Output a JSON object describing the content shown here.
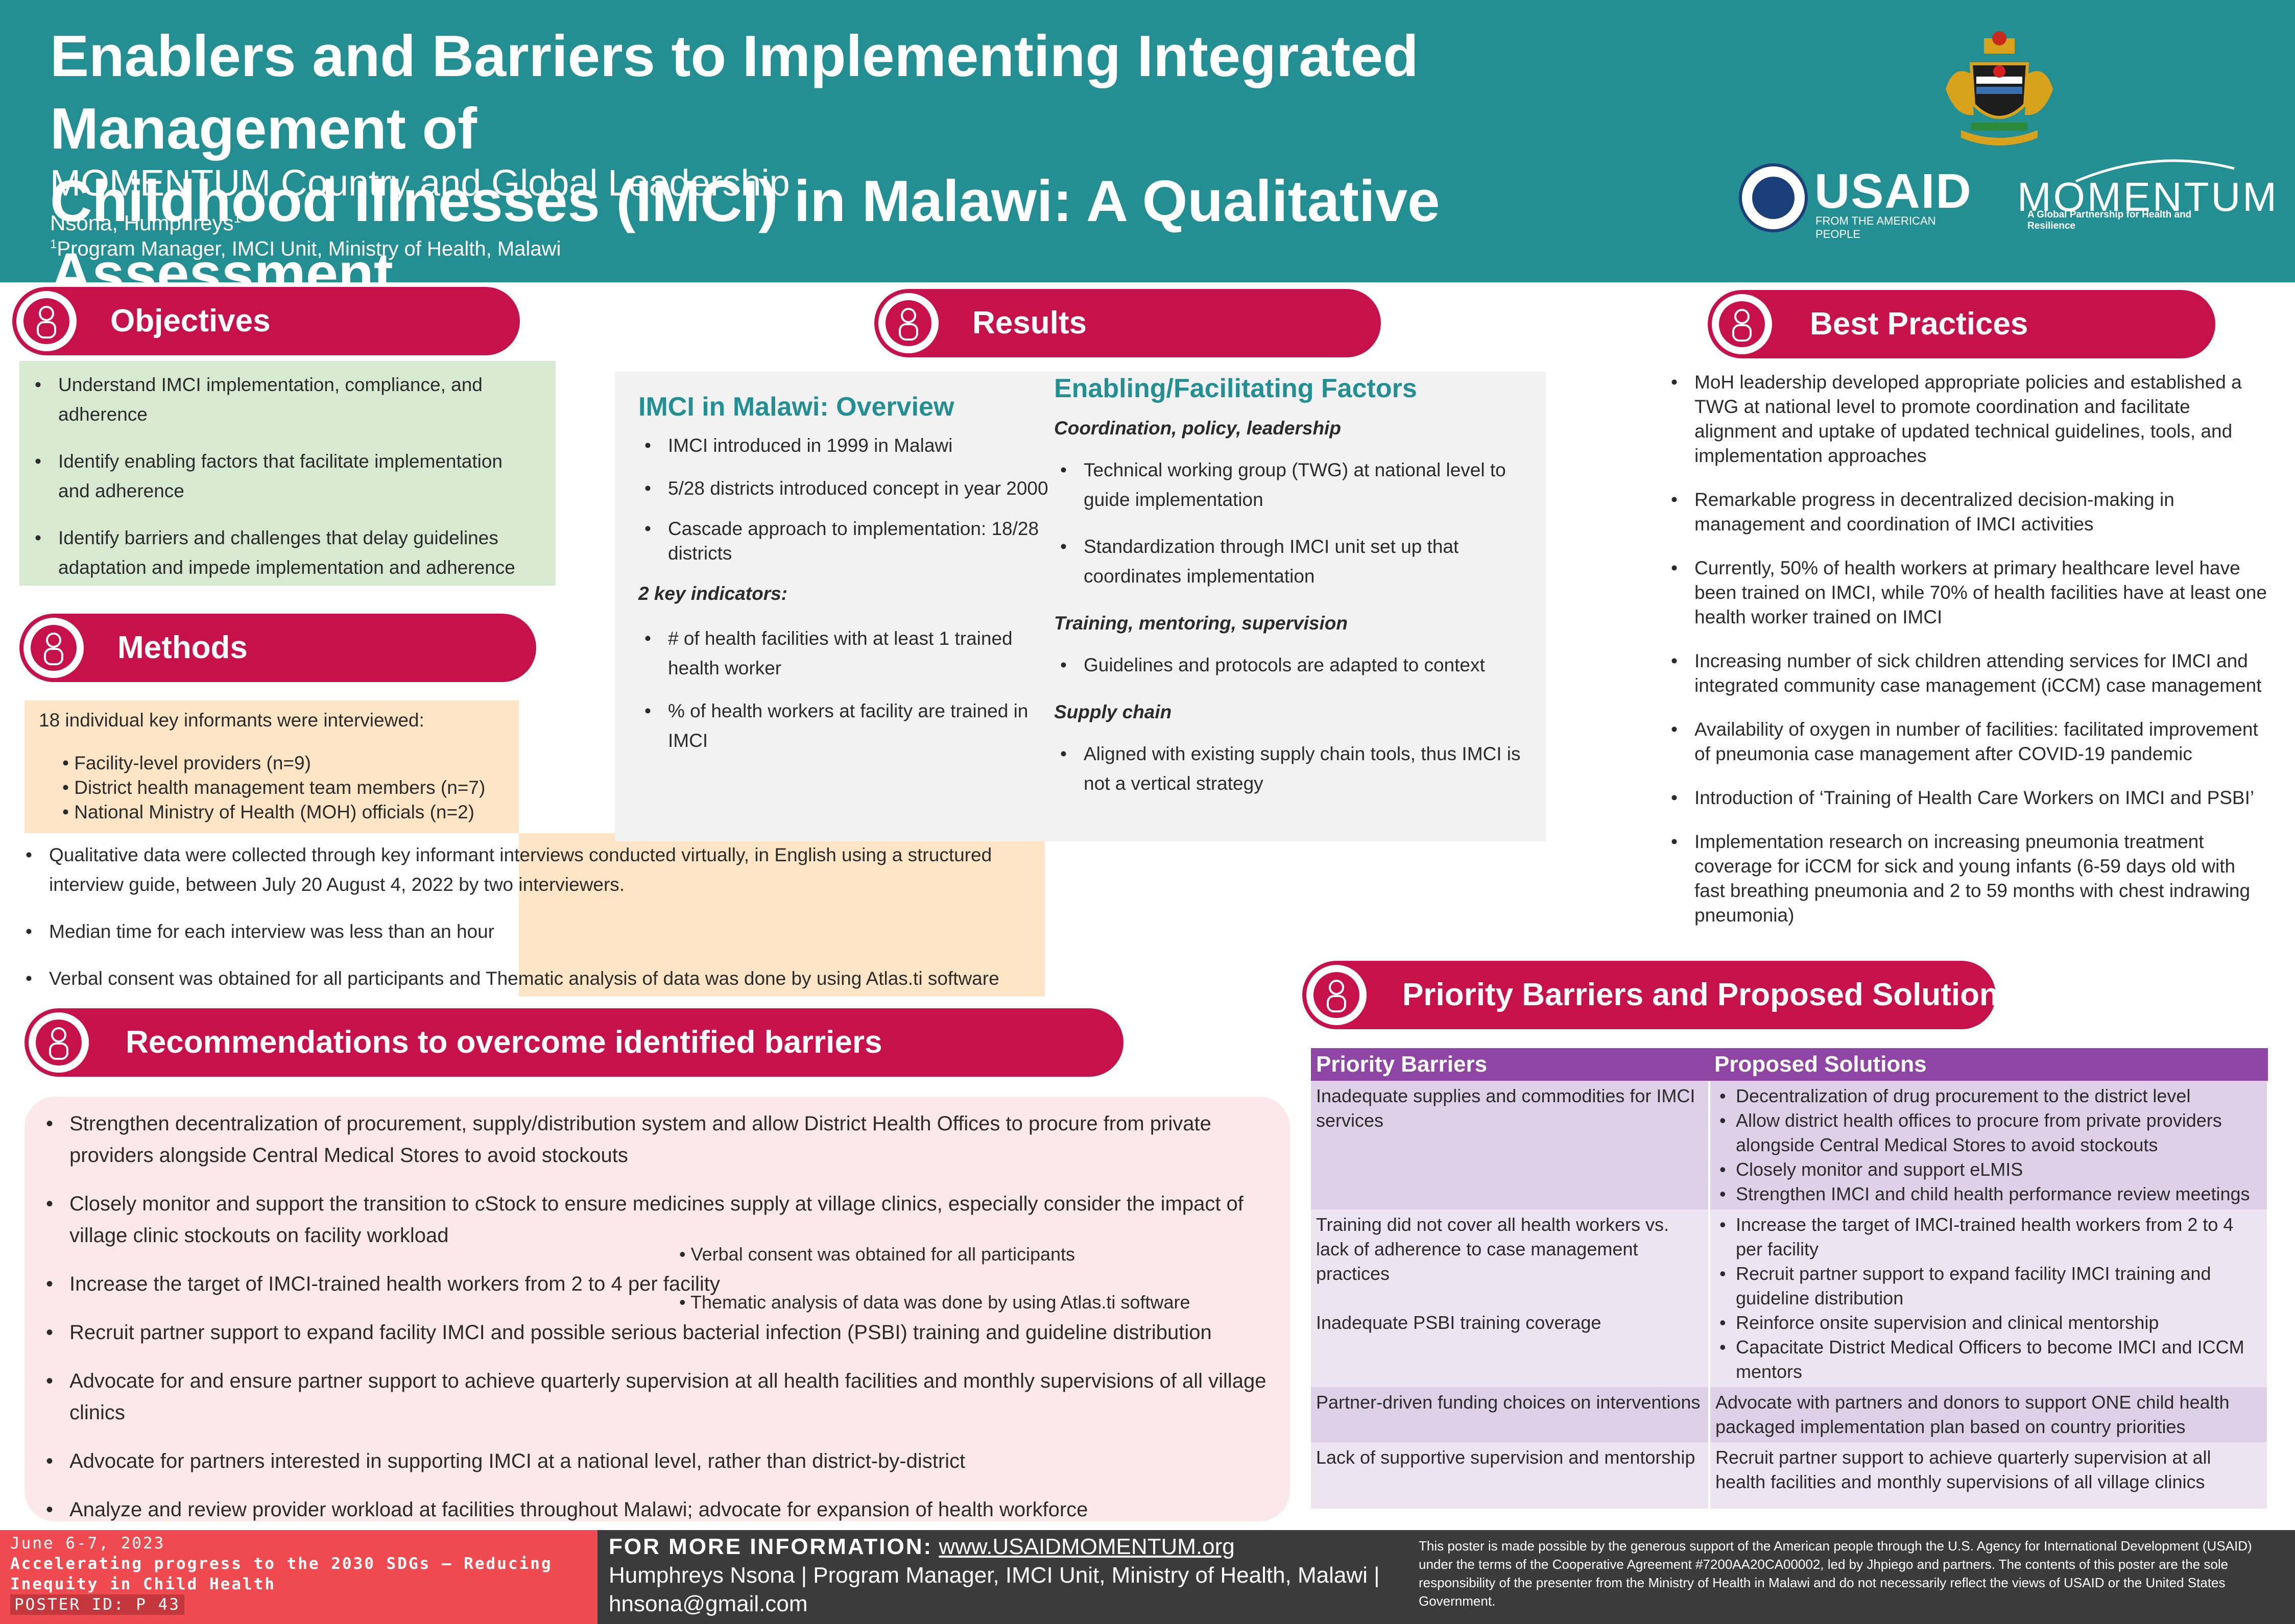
{
  "header": {
    "title_line1": "Enablers and Barriers to Implementing Integrated Management of",
    "title_line2": "Childhood Illnesses (IMCI) in Malawi: A Qualitative Assessment",
    "subtitle": "MOMENTUM Country and Global Leadership",
    "author": "Nsona, Humphreys",
    "author_sup": "1",
    "affiliation_sup": "1",
    "affiliation": "Program Manager, IMCI Unit, Ministry of Health, Malawi",
    "usaid_logo": "USAID",
    "usaid_tagline": "FROM THE AMERICAN PEOPLE",
    "momentum_logo": "MOMENTUM",
    "momentum_tagline": "A Global Partnership for Health and Resilience"
  },
  "objectives": {
    "title": "Objectives",
    "items": [
      "Understand IMCI implementation, compliance, and adherence",
      "Identify enabling factors that facilitate implementation and adherence",
      "Identify barriers and challenges that delay guidelines adaptation and impede implementation and adherence"
    ]
  },
  "methods": {
    "title": "Methods",
    "intro": "18 individual key informants were interviewed:",
    "subs": [
      "Facility-level providers (n=9)",
      "District health management team members (n=7)",
      "National Ministry of Health (MOH) officials (n=2)"
    ],
    "items": [
      "Qualitative data were collected through key informant interviews conducted virtually, in English using a structured interview guide, between July 20 August 4, 2022 by two interviewers.",
      "Median time for each interview was less than an hour",
      "Verbal consent was obtained for all participants and Thematic analysis of data was done by using Atlas.ti  software"
    ]
  },
  "results": {
    "title": "Results",
    "overview_heading": "IMCI in Malawi: Overview",
    "overview_items": [
      "IMCI introduced in 1999 in Malawi",
      "5/28 districts introduced concept in year 2000",
      "Cascade approach to implementation: 18/28 districts"
    ],
    "indicators_heading": "2 key indicators:",
    "indicator_items": [
      "# of health facilities with at least 1 trained health worker",
      "% of health workers at facility are trained in IMCI"
    ],
    "enabling_heading": "Enabling/Facilitating  Factors",
    "sub1": "Coordination, policy, leadership",
    "sub1_items": [
      "Technical working group (TWG) at national level to guide implementation",
      "Standardization through IMCI unit set up that coordinates implementation"
    ],
    "sub2": "Training, mentoring, supervision",
    "sub2_items": [
      "Guidelines and protocols are adapted to context"
    ],
    "sub3": "Supply chain",
    "sub3_items": [
      "Aligned with existing supply chain tools, thus IMCI is not a vertical strategy"
    ]
  },
  "best_practices": {
    "title": "Best Practices",
    "items": [
      "MoH leadership developed appropriate policies and established a TWG at national level to promote coordination and facilitate alignment and uptake of updated technical guidelines, tools, and implementation approaches",
      "Remarkable progress in decentralized decision-making in management and coordination of IMCI activities",
      "Currently, 50% of health workers at primary healthcare level have been trained on IMCI, while 70% of health facilities have at least one health worker trained on IMCI",
      "Increasing number of sick children attending services for IMCI and integrated community case management (iCCM) case management",
      "Availability of oxygen in number of facilities: facilitated improvement of pneumonia case management after COVID-19 pandemic",
      "Introduction of ‘Training of Health Care Workers on IMCI and PSBI’",
      "Implementation research on increasing pneumonia treatment coverage for iCCM for sick and young infants (6-59 days old with fast breathing pneumonia and 2 to 59 months with chest indrawing pneumonia)"
    ]
  },
  "recommendations": {
    "title": "Recommendations to overcome identified barriers",
    "items": [
      "Strengthen decentralization of procurement, supply/distribution system and allow District Health Offices to procure from private providers alongside Central Medical Stores to avoid stockouts",
      "Closely monitor and support the transition to cStock to ensure medicines supply at village clinics, especially consider the impact of village clinic stockouts on facility workload",
      "Increase the target of IMCI-trained health workers from 2 to 4 per facility",
      "Recruit partner support to expand facility IMCI and possible serious bacterial infection (PSBI) training and guideline distribution",
      "Advocate for and ensure partner support to achieve quarterly supervision at all health facilities and monthly supervisions of all village clinics",
      "Advocate for partners interested in supporting IMCI at a national level, rather than district-by-district",
      "Analyze and review provider workload at facilities throughout Malawi; advocate for expansion of health workforce"
    ],
    "overlay_items": [
      "Verbal consent was obtained for all participants",
      "Thematic analysis of data was done by using Atlas.ti  software"
    ]
  },
  "priority": {
    "title": "Priority Barriers and Proposed Solutions",
    "col1": "Priority Barriers",
    "col2": "Proposed Solutions",
    "row1_barrier": "Inadequate supplies and commodities for IMCI services",
    "row1_solutions": [
      "Decentralization of drug procurement to the district level",
      "Allow district health offices to procure from private providers alongside Central Medical Stores to avoid stockouts",
      "Closely monitor and support eLMIS",
      "Strengthen IMCI and child health performance review meetings"
    ],
    "row2_barrier_a": "Training did not cover all health workers vs. lack of adherence to case management practices",
    "row2_barrier_b": "Inadequate PSBI training coverage",
    "row2_solutions": [
      "Increase the target of IMCI-trained health workers from 2 to 4 per facility",
      "Recruit partner support to expand facility IMCI training and guideline distribution",
      "Reinforce onsite supervision and clinical mentorship",
      "Capacitate District Medical Officers to become IMCI and ICCM mentors"
    ],
    "row3_barrier": "Partner-driven funding choices on interventions",
    "row3_solution": "Advocate with partners and donors to support ONE child health packaged implementation plan based on country priorities",
    "row4_barrier": "Lack of supportive supervision and mentorship",
    "row4_solution": "Recruit partner support to achieve quarterly supervision at all health facilities and monthly supervisions of all village clinics"
  },
  "footer": {
    "date": "June 6-7, 2023",
    "conference": "Accelerating progress to the 2030 SDGs – Reducing Inequity in Child Health",
    "poster_id": "POSTER ID: P 43",
    "more_label": "FOR MORE INFORMATION:",
    "url": "www.USAIDMOMENTUM.org",
    "contact": "Humphreys Nsona | Program Manager, IMCI Unit, Ministry of Health, Malawi |",
    "email": "hnsona@gmail.com",
    "disclaimer": "This poster is made possible by the generous support of the American people through the U.S. Agency for International Development (USAID) under the terms of the Cooperative Agreement #7200AA20CA00002, led by Jhpiego and partners. The contents of this poster are the sole responsibility of the presenter from the Ministry of Health in Malawi and do not necessarily reflect the views of USAID or the United States Government."
  },
  "colors": {
    "header_teal": "#248f92",
    "banner_magenta": "#c6114b",
    "objectives_green": "#d8e9d2",
    "methods_peach": "#fde5c6",
    "results_grey": "#f2f2f2",
    "recommendations_pink": "#fce8ea",
    "table_purple": "#8e45a3",
    "footer_red": "#ee4a4f",
    "footer_dark": "#3b3b3b"
  },
  "icons": [
    "malawi-coat-of-arms-icon",
    "usaid-seal-icon",
    "baby-icon"
  ]
}
